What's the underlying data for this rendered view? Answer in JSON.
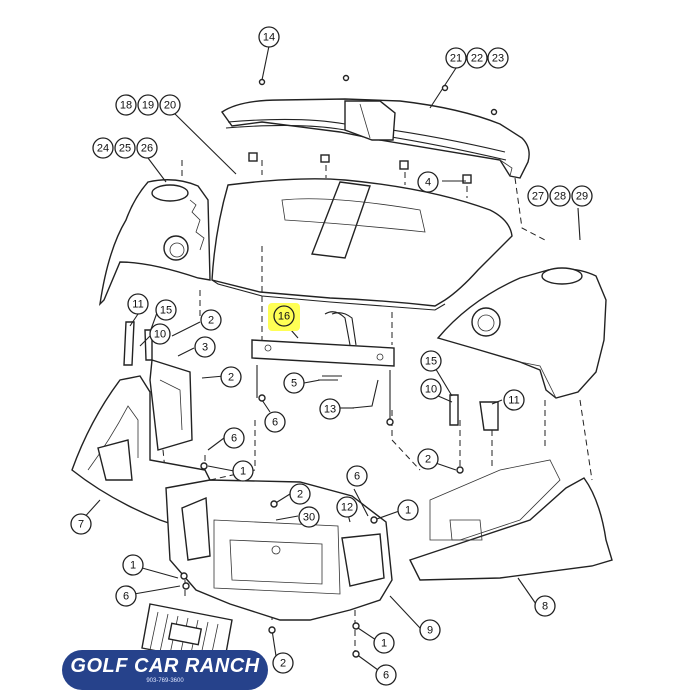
{
  "diagram": {
    "callouts": [
      {
        "id": "c14",
        "label": "14"
      },
      {
        "id": "c21",
        "label": "21"
      },
      {
        "id": "c22",
        "label": "22"
      },
      {
        "id": "c23",
        "label": "23"
      },
      {
        "id": "c18",
        "label": "18"
      },
      {
        "id": "c19",
        "label": "19"
      },
      {
        "id": "c20",
        "label": "20"
      },
      {
        "id": "c24",
        "label": "24"
      },
      {
        "id": "c25",
        "label": "25"
      },
      {
        "id": "c26",
        "label": "26"
      },
      {
        "id": "c4",
        "label": "4"
      },
      {
        "id": "c27",
        "label": "27"
      },
      {
        "id": "c28",
        "label": "28"
      },
      {
        "id": "c29",
        "label": "29"
      },
      {
        "id": "c11a",
        "label": "11"
      },
      {
        "id": "c15a",
        "label": "15"
      },
      {
        "id": "c10a",
        "label": "10"
      },
      {
        "id": "c2a",
        "label": "2"
      },
      {
        "id": "c3",
        "label": "3"
      },
      {
        "id": "c16",
        "label": "16"
      },
      {
        "id": "c2b",
        "label": "2"
      },
      {
        "id": "c5",
        "label": "5"
      },
      {
        "id": "c13",
        "label": "13"
      },
      {
        "id": "c6a",
        "label": "6"
      },
      {
        "id": "c6b",
        "label": "6"
      },
      {
        "id": "c1a",
        "label": "1"
      },
      {
        "id": "c15b",
        "label": "15"
      },
      {
        "id": "c10b",
        "label": "10"
      },
      {
        "id": "c11b",
        "label": "11"
      },
      {
        "id": "c2c",
        "label": "2"
      },
      {
        "id": "c6c",
        "label": "6"
      },
      {
        "id": "c7",
        "label": "7"
      },
      {
        "id": "c2d",
        "label": "2"
      },
      {
        "id": "c30",
        "label": "30"
      },
      {
        "id": "c12",
        "label": "12"
      },
      {
        "id": "c1b",
        "label": "1"
      },
      {
        "id": "c1c",
        "label": "1"
      },
      {
        "id": "c6d",
        "label": "6"
      },
      {
        "id": "c8",
        "label": "8"
      },
      {
        "id": "c9",
        "label": "9"
      },
      {
        "id": "c1d",
        "label": "1"
      },
      {
        "id": "c2e",
        "label": "2"
      },
      {
        "id": "c6e",
        "label": "6"
      }
    ],
    "highlighted": "16",
    "highlight_color": "#ffff55",
    "line_color": "#222222"
  },
  "brand": {
    "name": "GOLF CAR RANCH",
    "phone": "903-769-3600",
    "color": "#26428b"
  }
}
